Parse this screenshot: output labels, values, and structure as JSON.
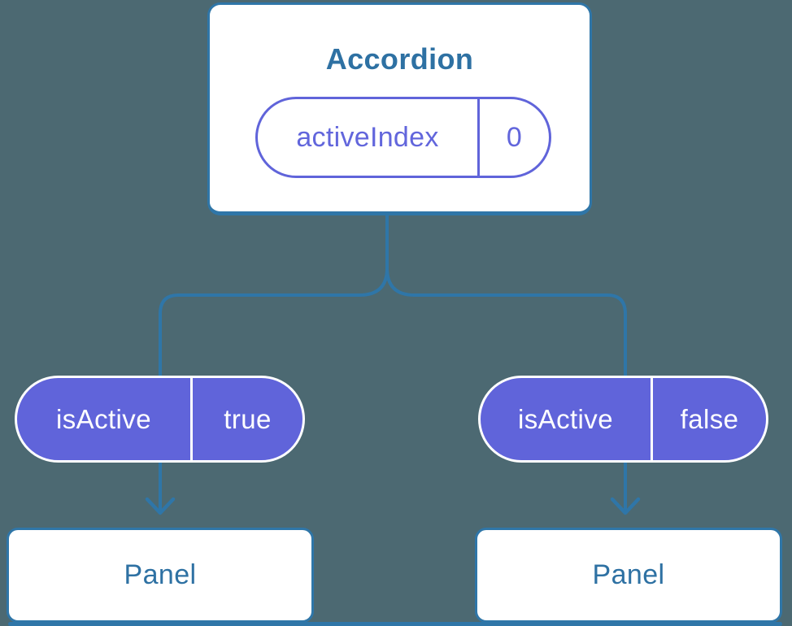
{
  "colors": {
    "background": "#4C6972",
    "connector_blue": "#2F76A8",
    "text_blue": "#2E71A3",
    "purple": "#6064DA",
    "purple_text": "#6266DC",
    "card_bg": "#FFFFFF"
  },
  "accordion": {
    "title": "Accordion",
    "state_pill": {
      "key": "activeIndex",
      "value": "0"
    }
  },
  "prop_pills": [
    {
      "key": "isActive",
      "value": "true"
    },
    {
      "key": "isActive",
      "value": "false"
    }
  ],
  "panels": [
    {
      "title": "Panel"
    },
    {
      "title": "Panel"
    }
  ]
}
